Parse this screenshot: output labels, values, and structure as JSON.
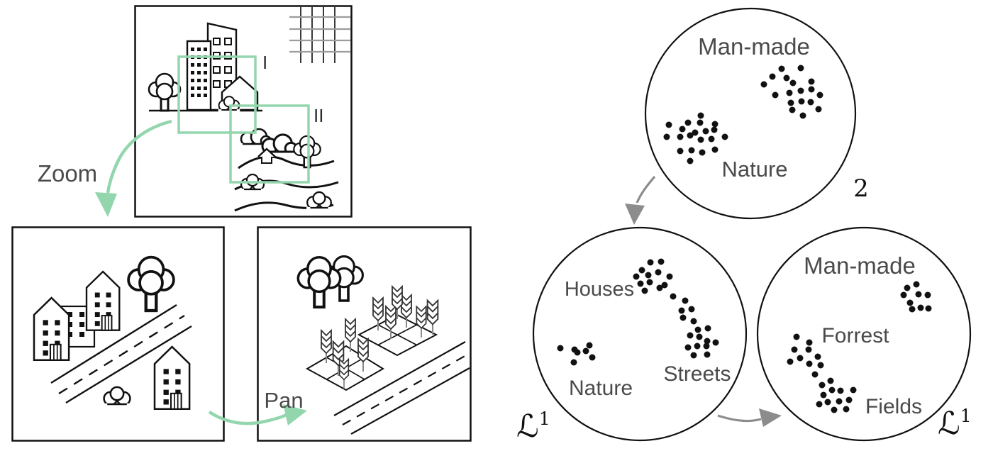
{
  "left_panel": {
    "zoom_label": "Zoom",
    "pan_label": "Pan",
    "crop_region_labels": {
      "region_1": "I",
      "region_2": "II"
    }
  },
  "right_panel": {
    "top_circle": {
      "top_label": "Man-made",
      "bottom_label": "Nature",
      "exponent_label": "2"
    },
    "bottom_left_circle": {
      "top_label": "Houses",
      "bottom_left_label": "Nature",
      "bottom_right_label": "Streets",
      "space_symbol": "ℒ",
      "space_exponent": "1"
    },
    "bottom_right_circle": {
      "top_label": "Man-made",
      "middle_label": "Forrest",
      "bottom_label": "Fields",
      "space_symbol": "ℒ",
      "space_exponent": "1"
    },
    "clusters": {
      "c1_manmade": [
        [
          1102,
          97
        ],
        [
          1129,
          96
        ],
        [
          1089,
          108
        ],
        [
          1109,
          110
        ],
        [
          1077,
          119
        ],
        [
          1118,
          117
        ],
        [
          1144,
          115
        ],
        [
          1093,
          134
        ],
        [
          1113,
          131
        ],
        [
          1129,
          128
        ],
        [
          1144,
          126
        ],
        [
          1156,
          134
        ],
        [
          1115,
          145
        ],
        [
          1130,
          143
        ],
        [
          1143,
          144
        ],
        [
          1117,
          155
        ],
        [
          1132,
          163
        ],
        [
          1154,
          154
        ]
      ],
      "c1_nature": [
        [
          988,
          163
        ],
        [
          970,
          173
        ],
        [
          987,
          173
        ],
        [
          1008,
          175
        ],
        [
          943,
          176
        ],
        [
          962,
          182
        ],
        [
          980,
          187
        ],
        [
          995,
          185
        ],
        [
          1007,
          183
        ],
        [
          1022,
          193
        ],
        [
          940,
          193
        ],
        [
          959,
          193
        ],
        [
          973,
          191
        ],
        [
          988,
          197
        ],
        [
          1003,
          196
        ],
        [
          959,
          213
        ],
        [
          975,
          212
        ],
        [
          990,
          215
        ],
        [
          1008,
          211
        ],
        [
          973,
          227
        ]
      ],
      "c2_arc": [
        [
          917,
          370
        ],
        [
          932,
          369
        ],
        [
          905,
          381
        ],
        [
          928,
          384
        ],
        [
          897,
          390
        ],
        [
          914,
          388
        ],
        [
          944,
          390
        ],
        [
          903,
          400
        ],
        [
          916,
          398
        ],
        [
          937,
          402
        ],
        [
          909,
          410
        ],
        [
          930,
          406
        ],
        [
          949,
          418
        ],
        [
          966,
          424
        ],
        [
          961,
          438
        ],
        [
          975,
          436
        ],
        [
          963,
          448
        ],
        [
          978,
          453
        ],
        [
          984,
          465
        ],
        [
          998,
          463
        ],
        [
          973,
          473
        ],
        [
          986,
          475
        ],
        [
          997,
          481
        ],
        [
          1009,
          483
        ],
        [
          970,
          490
        ],
        [
          983,
          488
        ],
        [
          996,
          488
        ],
        [
          978,
          501
        ],
        [
          997,
          500
        ]
      ],
      "c2_nature": [
        [
          790,
          491
        ],
        [
          810,
          493
        ],
        [
          814,
          497
        ],
        [
          831,
          487
        ],
        [
          826,
          495
        ],
        [
          835,
          504
        ],
        [
          809,
          511
        ]
      ],
      "c3_manmade": [
        [
          1279,
          406
        ],
        [
          1292,
          401
        ],
        [
          1274,
          416
        ],
        [
          1295,
          415
        ],
        [
          1308,
          416
        ],
        [
          1283,
          427
        ],
        [
          1286,
          436
        ],
        [
          1298,
          434
        ],
        [
          1309,
          435
        ]
      ],
      "c3_diag": [
        [
          1123,
          475
        ],
        [
          1141,
          483
        ],
        [
          1120,
          493
        ],
        [
          1140,
          493
        ],
        [
          1114,
          510
        ],
        [
          1128,
          505
        ],
        [
          1141,
          513
        ],
        [
          1153,
          503
        ],
        [
          1157,
          515
        ],
        [
          1149,
          528
        ],
        [
          1159,
          543
        ],
        [
          1171,
          537
        ],
        [
          1161,
          557
        ],
        [
          1173,
          550
        ],
        [
          1185,
          551
        ],
        [
          1155,
          570
        ],
        [
          1167,
          567
        ],
        [
          1183,
          566
        ],
        [
          1197,
          564
        ],
        [
          1203,
          550
        ],
        [
          1176,
          578
        ],
        [
          1193,
          577
        ]
      ]
    }
  },
  "colors": {
    "accent_green": "#93d6ad",
    "arrow_gray": "#8c8c8c",
    "label_gray": "#4a4a4a",
    "line_black": "#111111",
    "dot_black": "#111111"
  }
}
